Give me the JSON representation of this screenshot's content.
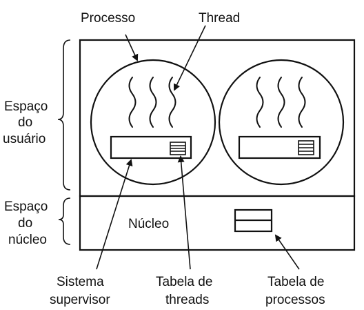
{
  "labels": {
    "processo": "Processo",
    "thread": "Thread",
    "espaco_usuario": [
      "Espaço",
      "do",
      "usuário"
    ],
    "espaco_nucleo": [
      "Espaço",
      "do",
      "núcleo"
    ],
    "nucleo": "Núcleo",
    "sistema_supervisor": [
      "Sistema",
      "supervisor"
    ],
    "tabela_threads": [
      "Tabela de",
      "threads"
    ],
    "tabela_processos": [
      "Tabela de",
      "processos"
    ]
  }
}
